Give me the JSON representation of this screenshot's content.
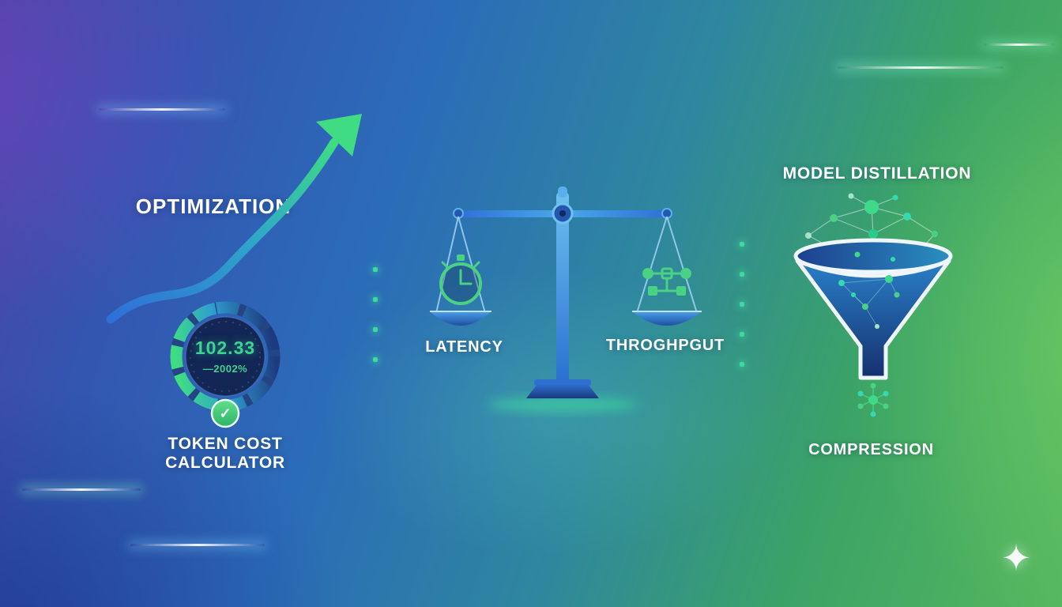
{
  "background": {
    "gradient_start": "#4a43a4",
    "gradient_mid": "#2b6cb8",
    "gradient_end": "#55b75e"
  },
  "accents": {
    "green": "#3fd98a",
    "teal": "#35d9b0",
    "blue": "#2f7fe0",
    "deep_blue": "#1d3f8f",
    "white": "#ffffff"
  },
  "left_section": {
    "title": "OPTIMIZATION",
    "gauge": {
      "value": "102.33",
      "delta": "—2002%",
      "check_glyph": "✓"
    },
    "caption": "TOKEN COST CALCULATOR"
  },
  "center_section": {
    "left_label": "LATENCY",
    "right_label": "THROGHPGUT"
  },
  "right_section": {
    "title": "MODEL DISTILLATION",
    "caption": "COMPRESSION"
  },
  "decor": {
    "sparkle_glyph": "✦"
  }
}
